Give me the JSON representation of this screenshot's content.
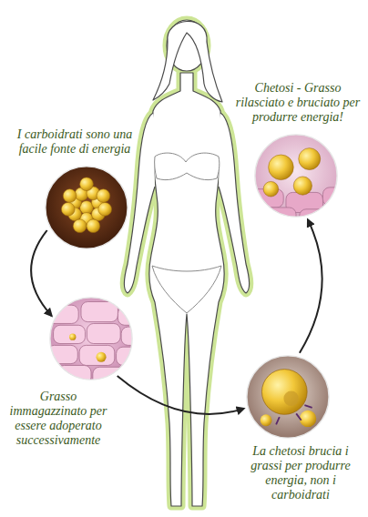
{
  "diagram": {
    "nodes": [
      {
        "text": [
          "I carboidrati sono una facile fonte di energia"
        ]
      },
      {
        "text": [
          "Grasso immagazzinato per essere adoperato successivamente"
        ]
      },
      {
        "text": [
          "La chetosi brucia i grassi per produrre energia, non i carboidrati"
        ]
      },
      {
        "text": [
          "Chetosi - Grasso rilasciato e bruciato per produrre energia!"
        ]
      }
    ],
    "edges": [
      {
        "from": 0,
        "to": 1,
        "arrow": "to"
      },
      {
        "from": 1,
        "to": 2,
        "arrow": "to"
      },
      {
        "from": 2,
        "to": 3,
        "arrow": "to"
      }
    ]
  }
}
